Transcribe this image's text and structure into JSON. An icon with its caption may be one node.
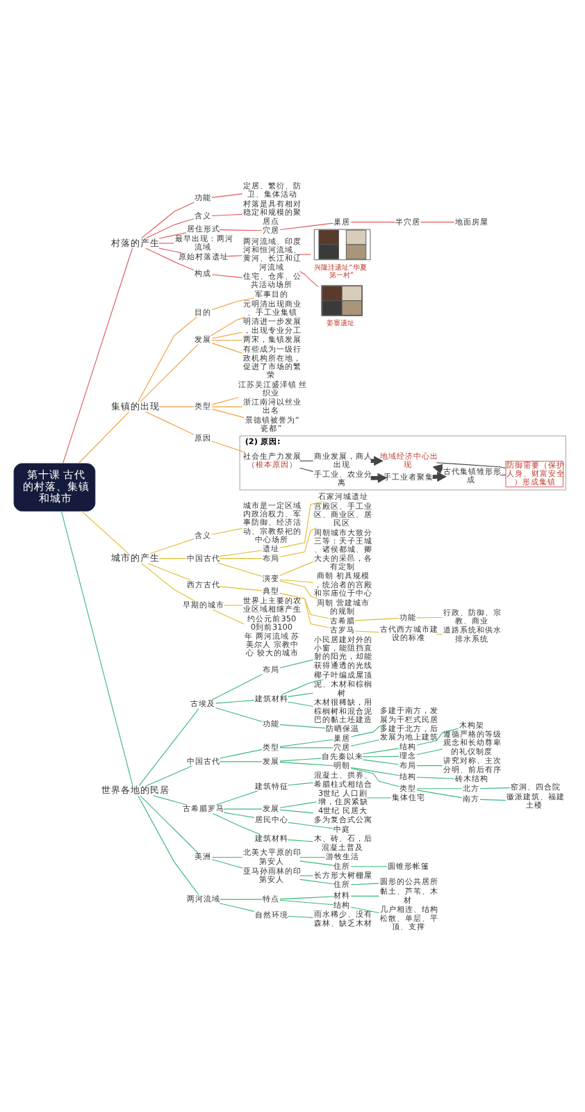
{
  "diagram": {
    "nodes": [
      {
        "text": [
          "第十课 古代的村落、集镇和城市"
        ]
      },
      {
        "text": [
          "村落的产生"
        ]
      },
      {
        "text": [
          "含义"
        ]
      },
      {
        "text": [
          "村落是具有相对稳定和规模的聚居点"
        ]
      },
      {
        "text": [
          "居住形式"
        ]
      },
      {
        "text": [
          "穴居"
        ]
      },
      {
        "text": [
          "巢居"
        ]
      },
      {
        "text": [
          "半穴居"
        ]
      },
      {
        "text": [
          "地面房屋"
        ]
      },
      {
        "text": [
          "最早出现：两河流域"
        ]
      },
      {
        "text": [
          "原始村落遗址"
        ]
      },
      {
        "text": [
          "两河流域、印度河和恒河流域、黄河、长江和辽河流域"
        ]
      },
      {
        "text": [],
        "shape": "picture",
        "beside": [
          "兴隆洼遗址“华夏第一村”"
        ]
      },
      {
        "text": [],
        "shape": "picture",
        "beside": [
          "姜寨遗址"
        ]
      },
      {
        "text": [
          "构成"
        ]
      },
      {
        "text": [
          "住宅、仓库、公共活动场所"
        ]
      },
      {
        "text": [
          "功能"
        ]
      },
      {
        "text": [
          "定居、繁衍、防卫、集体活动"
        ]
      },
      {
        "text": [
          "集镇的出现"
        ]
      },
      {
        "text": [
          "原因"
        ]
      },
      {
        "text": [
          "(2) 原因:"
        ]
      },
      {
        "text": [
          "社会生产力发展",
          "（根本原因）"
        ],
        "in": 20
      },
      {
        "text": [
          "手工业、农业分离"
        ],
        "in": 20
      },
      {
        "text": [
          "手工业者聚集"
        ],
        "in": 20
      },
      {
        "text": [
          "古代集镇雏形形成"
        ],
        "in": 20
      },
      {
        "text": [
          "商业发展，商人出现"
        ],
        "in": 20
      },
      {
        "text": [
          "地域经济中心出现"
        ],
        "in": 20
      },
      {
        "text": [
          "防御需要（保护人身、财富安全）形成集镇"
        ],
        "in": 20
      },
      {
        "text": [
          "目的"
        ]
      },
      {
        "text": [
          "军事目的"
        ]
      },
      {
        "text": [
          "发展"
        ]
      },
      {
        "text": [
          "两宋，集镇发展"
        ]
      },
      {
        "text": [
          "有些成为一级行政机构所在地，促进了市场的繁荣"
        ]
      },
      {
        "text": [
          "元明清出现商业、手工业集镇"
        ]
      },
      {
        "text": [
          "明清进一步发展，出现专业分工"
        ]
      },
      {
        "text": [
          "类型"
        ]
      },
      {
        "text": [
          "浙江南浔以丝业出名"
        ]
      },
      {
        "text": [
          "景德镇被誉为“瓷都”"
        ]
      },
      {
        "text": [
          "江苏吴江盛泽镇 丝织业"
        ]
      },
      {
        "text": [
          "城市的产生"
        ]
      },
      {
        "text": [
          "早期的城市"
        ]
      },
      {
        "text": [
          "约公元前3500到前3100年 两河流域 苏美尔人 宗教中心 较大的城市"
        ]
      },
      {
        "text": [
          "世界上主要的农业区域相继产生"
        ]
      },
      {
        "text": [
          "含义"
        ]
      },
      {
        "text": [
          "城市是一定区域内政治权力、军事防御、经济活动、宗教祭祀的中心场所"
        ]
      },
      {
        "text": [
          "中国古代"
        ]
      },
      {
        "text": [
          "布局"
        ]
      },
      {
        "text": [
          "宫殿区、手工业区、商业区、居民区"
        ]
      },
      {
        "text": [
          "演变"
        ]
      },
      {
        "text": [
          "商朝 初具规模，统治者的宫殿和宗庙位于中心"
        ]
      },
      {
        "text": [
          "周朝 营建城市的规制"
        ]
      },
      {
        "text": [
          "周朝城市大致分三等：天子王城、诸侯都城、卿大夫的采邑，各有定制"
        ]
      },
      {
        "text": [
          "遗址"
        ]
      },
      {
        "text": [
          "石家河城遗址"
        ]
      },
      {
        "text": [
          "西方古代"
        ]
      },
      {
        "text": [
          "典型"
        ]
      },
      {
        "text": [
          "古希腊"
        ]
      },
      {
        "text": [
          "功能"
        ]
      },
      {
        "text": [
          "行政、防御、宗教、商业"
        ]
      },
      {
        "text": [
          "古罗马"
        ]
      },
      {
        "text": [
          "古代西方城市建设的标准"
        ]
      },
      {
        "text": [
          "道路系统和供水排水系统"
        ]
      },
      {
        "text": [
          "世界各地的民居"
        ]
      },
      {
        "text": [
          "两河流域"
        ]
      },
      {
        "text": [
          "自然环境"
        ]
      },
      {
        "text": [
          "雨水稀少、没有森林、缺乏木材"
        ]
      },
      {
        "text": [
          "特点"
        ]
      },
      {
        "text": [
          "材料"
        ]
      },
      {
        "text": [
          "黏土、芦苇、木材"
        ]
      },
      {
        "text": [
          "结构"
        ]
      },
      {
        "text": [
          "几户相连、结构松散、单层、平顶、支撑"
        ]
      },
      {
        "text": [
          "古埃及"
        ]
      },
      {
        "text": [
          "建筑材料"
        ]
      },
      {
        "text": [
          "泥、木材和棕榈树"
        ]
      },
      {
        "text": [
          "木材很稀缺，用棕榈树和混合泥巴的黏土坯建造"
        ]
      },
      {
        "text": [
          "椰子叶编成屋顶"
        ]
      },
      {
        "text": [
          "功能"
        ]
      },
      {
        "text": [
          "防晒保温"
        ]
      },
      {
        "text": [
          "布局"
        ]
      },
      {
        "text": [
          "小民居建对外的小窗，能阻挡直射的阳光，却能获得通透的光线"
        ]
      },
      {
        "text": [
          "中国古代"
        ]
      },
      {
        "text": [
          "类型"
        ]
      },
      {
        "text": [
          "巢居"
        ]
      },
      {
        "text": [
          "多建于南方，发展为干栏式民居"
        ]
      },
      {
        "text": [
          "穴居"
        ]
      },
      {
        "text": [
          "多建于北方，后发展为地上建筑"
        ]
      },
      {
        "text": [
          "发展"
        ]
      },
      {
        "text": [
          "自先秦以来"
        ]
      },
      {
        "text": [
          "理念"
        ]
      },
      {
        "text": [
          "遵循严格的等级观念和长幼尊卑的礼仪制度"
        ]
      },
      {
        "text": [
          "布局"
        ]
      },
      {
        "text": [
          "讲究对称、主次分明、前后有序"
        ]
      },
      {
        "text": [
          "结构"
        ]
      },
      {
        "text": [
          "木构架"
        ]
      },
      {
        "text": [
          "明朝"
        ]
      },
      {
        "text": [
          "结构"
        ]
      },
      {
        "text": [
          "砖木结构"
        ]
      },
      {
        "text": [
          "类型"
        ]
      },
      {
        "text": [
          "北方"
        ]
      },
      {
        "text": [
          "窑洞、四合院"
        ]
      },
      {
        "text": [
          "南方"
        ]
      },
      {
        "text": [
          "徽派建筑、福建土楼"
        ]
      },
      {
        "text": [
          "古希腊罗马"
        ]
      },
      {
        "text": [
          "居民中心"
        ]
      },
      {
        "text": [
          "中庭"
        ]
      },
      {
        "text": [
          "建筑材料"
        ]
      },
      {
        "text": [
          "木、砖、石，后混凝土普及"
        ]
      },
      {
        "text": [
          "建筑特征"
        ]
      },
      {
        "text": [
          "混凝土、拱券、希腊柱式相结合"
        ]
      },
      {
        "text": [
          "发展"
        ]
      },
      {
        "text": [
          "3世纪 人口剧增，住房紧缺"
        ]
      },
      {
        "text": [
          "集体住宅"
        ]
      },
      {
        "text": [
          "4世纪 民居大多为复合式公寓"
        ]
      },
      {
        "text": [
          "美洲"
        ]
      },
      {
        "text": [
          "北美大平原的印第安人"
        ]
      },
      {
        "text": [
          "游牧生活"
        ]
      },
      {
        "text": [
          "住所"
        ]
      },
      {
        "text": [
          "圆锥形帐篷"
        ]
      },
      {
        "text": [
          "亚马孙雨林的印第安人"
        ]
      },
      {
        "text": [
          "长方形大树棚屋"
        ]
      },
      {
        "text": [
          "住所"
        ]
      },
      {
        "text": [
          "圆形的公共居所"
        ]
      }
    ],
    "edges": [
      {
        "from": 0,
        "to": 1,
        "arrow": "none",
        "color": "#e05a5a"
      },
      {
        "from": 0,
        "to": 18,
        "arrow": "none",
        "color": "#f0a040"
      },
      {
        "from": 0,
        "to": 39,
        "arrow": "none",
        "color": "#e0bc30"
      },
      {
        "from": 0,
        "to": 62,
        "arrow": "none"
      },
      {
        "from": 1,
        "to": 2,
        "arrow": "none",
        "color": "#e05a5a"
      },
      {
        "from": 2,
        "to": 3,
        "arrow": "none",
        "color": "#e05a5a"
      },
      {
        "from": 1,
        "to": 4,
        "arrow": "none",
        "color": "#e05a5a"
      },
      {
        "from": 4,
        "to": 5,
        "arrow": "none",
        "color": "#e05a5a"
      },
      {
        "from": 5,
        "to": 6,
        "arrow": "none",
        "color": "#e05a5a"
      },
      {
        "from": 6,
        "to": 7,
        "arrow": "none",
        "color": "#e05a5a"
      },
      {
        "from": 7,
        "to": 8,
        "arrow": "none",
        "color": "#e05a5a"
      },
      {
        "from": 1,
        "to": 9,
        "arrow": "none",
        "color": "#e05a5a"
      },
      {
        "from": 1,
        "to": 10,
        "arrow": "none",
        "color": "#e05a5a"
      },
      {
        "from": 10,
        "to": 11,
        "arrow": "none",
        "color": "#e05a5a"
      },
      {
        "from": 11,
        "to": 12,
        "arrow": "none",
        "color": "#e05a5a"
      },
      {
        "from": 11,
        "to": 13,
        "arrow": "none",
        "color": "#e05a5a"
      },
      {
        "from": 1,
        "to": 14,
        "arrow": "none",
        "color": "#e05a5a"
      },
      {
        "from": 14,
        "to": 15,
        "arrow": "none",
        "color": "#e05a5a"
      },
      {
        "from": 1,
        "to": 16,
        "arrow": "none",
        "color": "#e05a5a"
      },
      {
        "from": 16,
        "to": 17,
        "arrow": "none",
        "color": "#e05a5a"
      },
      {
        "from": 18,
        "to": 19,
        "arrow": "none",
        "color": "#f0a040"
      },
      {
        "from": 19,
        "to": 21,
        "arrow": "none",
        "color": "#f0a040"
      },
      {
        "from": 21,
        "to": 22,
        "arrow": "none",
        "color": "#444444"
      },
      {
        "from": 21,
        "to": 25,
        "arrow": "none",
        "color": "#444444"
      },
      {
        "from": 22,
        "to": 23,
        "arrow": "to",
        "style": "thick",
        "color": "#444444"
      },
      {
        "from": 23,
        "to": 24,
        "arrow": "to",
        "style": "thick",
        "color": "#444444"
      },
      {
        "from": 25,
        "to": 26,
        "arrow": "to",
        "style": "thick",
        "color": "#444444"
      },
      {
        "from": 24,
        "to": 26,
        "arrow": "to",
        "style": "thick",
        "color": "#444444"
      },
      {
        "from": 24,
        "to": 27,
        "arrow": "none",
        "color": "#444444"
      },
      {
        "from": 26,
        "to": 27,
        "arrow": "none",
        "color": "#444444"
      },
      {
        "from": 18,
        "to": 28,
        "arrow": "none",
        "color": "#f0a040"
      },
      {
        "from": 28,
        "to": 29,
        "arrow": "none",
        "color": "#f0a040"
      },
      {
        "from": 18,
        "to": 30,
        "arrow": "none",
        "color": "#f0a040"
      },
      {
        "from": 30,
        "to": 31,
        "arrow": "none",
        "color": "#f0a040"
      },
      {
        "from": 30,
        "to": 32,
        "arrow": "none",
        "color": "#f0a040"
      },
      {
        "from": 30,
        "to": 33,
        "arrow": "none",
        "color": "#f0a040"
      },
      {
        "from": 30,
        "to": 34,
        "arrow": "none",
        "color": "#f0a040"
      },
      {
        "from": 18,
        "to": 35,
        "arrow": "none",
        "color": "#f0a040"
      },
      {
        "from": 35,
        "to": 36,
        "arrow": "none",
        "color": "#f0a040"
      },
      {
        "from": 35,
        "to": 37,
        "arrow": "none",
        "color": "#f0a040"
      },
      {
        "from": 35,
        "to": 38,
        "arrow": "none",
        "color": "#f0a040"
      },
      {
        "from": 39,
        "to": 40,
        "arrow": "none",
        "color": "#e0bc30"
      },
      {
        "from": 40,
        "to": 41,
        "arrow": "none",
        "color": "#e0bc30"
      },
      {
        "from": 40,
        "to": 42,
        "arrow": "none",
        "color": "#e0bc30"
      },
      {
        "from": 39,
        "to": 43,
        "arrow": "none",
        "color": "#e0bc30"
      },
      {
        "from": 43,
        "to": 44,
        "arrow": "none",
        "color": "#e0bc30"
      },
      {
        "from": 39,
        "to": 45,
        "arrow": "none",
        "color": "#e0bc30"
      },
      {
        "from": 45,
        "to": 46,
        "arrow": "none",
        "color": "#e0bc30"
      },
      {
        "from": 46,
        "to": 47,
        "arrow": "none",
        "color": "#e0bc30"
      },
      {
        "from": 45,
        "to": 48,
        "arrow": "none",
        "color": "#e0bc30"
      },
      {
        "from": 48,
        "to": 49,
        "arrow": "none",
        "color": "#e0bc30"
      },
      {
        "from": 48,
        "to": 50,
        "arrow": "none",
        "color": "#e0bc30"
      },
      {
        "from": 48,
        "to": 51,
        "arrow": "none",
        "color": "#e0bc30"
      },
      {
        "from": 45,
        "to": 52,
        "arrow": "none",
        "color": "#e0bc30"
      },
      {
        "from": 52,
        "to": 53,
        "arrow": "none",
        "color": "#e0bc30"
      },
      {
        "from": 39,
        "to": 54,
        "arrow": "none",
        "color": "#e0bc30"
      },
      {
        "from": 54,
        "to": 55,
        "arrow": "none",
        "color": "#e0bc30"
      },
      {
        "from": 55,
        "to": 56,
        "arrow": "none",
        "color": "#e0bc30"
      },
      {
        "from": 56,
        "to": 57,
        "arrow": "none",
        "color": "#e0bc30"
      },
      {
        "from": 57,
        "to": 58,
        "arrow": "none",
        "color": "#e0bc30"
      },
      {
        "from": 55,
        "to": 59,
        "arrow": "none",
        "color": "#e0bc30"
      },
      {
        "from": 59,
        "to": 60,
        "arrow": "none",
        "color": "#e0bc30"
      },
      {
        "from": 60,
        "to": 61,
        "arrow": "none",
        "color": "#e0bc30"
      },
      {
        "from": 62,
        "to": 63,
        "arrow": "none"
      },
      {
        "from": 63,
        "to": 64,
        "arrow": "none"
      },
      {
        "from": 64,
        "to": 65,
        "arrow": "none"
      },
      {
        "from": 63,
        "to": 66,
        "arrow": "none"
      },
      {
        "from": 66,
        "to": 67,
        "arrow": "none"
      },
      {
        "from": 67,
        "to": 68,
        "arrow": "none"
      },
      {
        "from": 66,
        "to": 69,
        "arrow": "none"
      },
      {
        "from": 69,
        "to": 70,
        "arrow": "none"
      },
      {
        "from": 62,
        "to": 71,
        "arrow": "none"
      },
      {
        "from": 71,
        "to": 72,
        "arrow": "none"
      },
      {
        "from": 72,
        "to": 73,
        "arrow": "none"
      },
      {
        "from": 72,
        "to": 74,
        "arrow": "none"
      },
      {
        "from": 72,
        "to": 75,
        "arrow": "none"
      },
      {
        "from": 71,
        "to": 76,
        "arrow": "none"
      },
      {
        "from": 76,
        "to": 77,
        "arrow": "none"
      },
      {
        "from": 71,
        "to": 78,
        "arrow": "none"
      },
      {
        "from": 78,
        "to": 79,
        "arrow": "none"
      },
      {
        "from": 62,
        "to": 80,
        "arrow": "none"
      },
      {
        "from": 80,
        "to": 81,
        "arrow": "none"
      },
      {
        "from": 81,
        "to": 82,
        "arrow": "none"
      },
      {
        "from": 82,
        "to": 83,
        "arrow": "none"
      },
      {
        "from": 81,
        "to": 84,
        "arrow": "none"
      },
      {
        "from": 84,
        "to": 85,
        "arrow": "none"
      },
      {
        "from": 80,
        "to": 86,
        "arrow": "none"
      },
      {
        "from": 86,
        "to": 87,
        "arrow": "none"
      },
      {
        "from": 87,
        "to": 88,
        "arrow": "none"
      },
      {
        "from": 88,
        "to": 89,
        "arrow": "none"
      },
      {
        "from": 87,
        "to": 90,
        "arrow": "none"
      },
      {
        "from": 90,
        "to": 91,
        "arrow": "none"
      },
      {
        "from": 87,
        "to": 92,
        "arrow": "none"
      },
      {
        "from": 92,
        "to": 93,
        "arrow": "none"
      },
      {
        "from": 86,
        "to": 94,
        "arrow": "none"
      },
      {
        "from": 94,
        "to": 95,
        "arrow": "none"
      },
      {
        "from": 95,
        "to": 96,
        "arrow": "none"
      },
      {
        "from": 94,
        "to": 97,
        "arrow": "none"
      },
      {
        "from": 97,
        "to": 98,
        "arrow": "none"
      },
      {
        "from": 98,
        "to": 99,
        "arrow": "none"
      },
      {
        "from": 97,
        "to": 100,
        "arrow": "none"
      },
      {
        "from": 100,
        "to": 101,
        "arrow": "none"
      },
      {
        "from": 62,
        "to": 102,
        "arrow": "none"
      },
      {
        "from": 102,
        "to": 103,
        "arrow": "none"
      },
      {
        "from": 103,
        "to": 104,
        "arrow": "none"
      },
      {
        "from": 102,
        "to": 105,
        "arrow": "none"
      },
      {
        "from": 105,
        "to": 106,
        "arrow": "none"
      },
      {
        "from": 102,
        "to": 107,
        "arrow": "none"
      },
      {
        "from": 107,
        "to": 108,
        "arrow": "none"
      },
      {
        "from": 102,
        "to": 109,
        "arrow": "none"
      },
      {
        "from": 109,
        "to": 110,
        "arrow": "none"
      },
      {
        "from": 110,
        "to": 111,
        "arrow": "none"
      },
      {
        "from": 109,
        "to": 112,
        "arrow": "none"
      },
      {
        "from": 62,
        "to": 113,
        "arrow": "none"
      },
      {
        "from": 113,
        "to": 114,
        "arrow": "none"
      },
      {
        "from": 114,
        "to": 115,
        "arrow": "none"
      },
      {
        "from": 114,
        "to": 116,
        "arrow": "none"
      },
      {
        "from": 116,
        "to": 117,
        "arrow": "none"
      },
      {
        "from": 113,
        "to": 118,
        "arrow": "none"
      },
      {
        "from": 118,
        "to": 119,
        "arrow": "none"
      },
      {
        "from": 118,
        "to": 120,
        "arrow": "none"
      },
      {
        "from": 120,
        "to": 121,
        "arrow": "none"
      }
    ]
  }
}
